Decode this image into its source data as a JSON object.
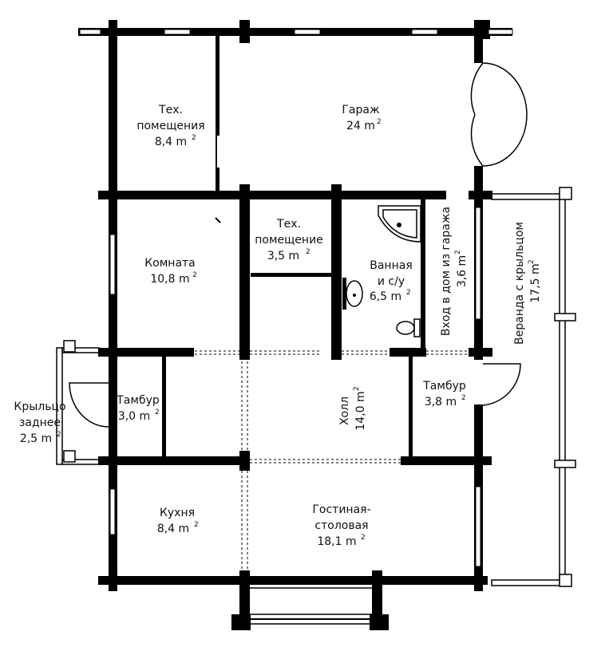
{
  "colors": {
    "wall": "#000000",
    "background": "#ffffff",
    "text": "#111111"
  },
  "rooms": {
    "tech_rooms": {
      "line1": "Тех.",
      "line2": "помещения",
      "area": "8,4 m",
      "exp": "2"
    },
    "garage": {
      "line1": "Гараж",
      "area": "24 m",
      "exp": "2"
    },
    "room": {
      "line1": "Комната",
      "area": "10,8 m",
      "exp": "2"
    },
    "tech_room": {
      "line1": "Тех.",
      "line2": "помещение",
      "area": "3,5 m",
      "exp": "2"
    },
    "bathroom": {
      "line1": "Ванная",
      "line2": "и с/у",
      "area": "6,5 m",
      "exp": "2"
    },
    "garage_entry": {
      "line1": "Вход в дом из гаража",
      "area": "3,6 m",
      "exp": "2"
    },
    "veranda": {
      "line1": "Веранда с крыльцом",
      "area": "17,5 m",
      "exp": "2"
    },
    "vestibule_left": {
      "line1": "Тамбур",
      "area": "3,0 m",
      "exp": "2"
    },
    "back_porch": {
      "line1": "Крыльцо",
      "line2": "заднее",
      "area": "2,5 m",
      "exp": "2"
    },
    "hall": {
      "line1": "Холл",
      "area": "14,0 m",
      "exp": "2"
    },
    "vestibule_right": {
      "line1": "Тамбур",
      "area": "3,8 m",
      "exp": "2"
    },
    "kitchen": {
      "line1": "Кухня",
      "area": "8,4 m",
      "exp": "2"
    },
    "living": {
      "line1": "Гостиная-",
      "line2": "столовая",
      "area": "18,1 m",
      "exp": "2"
    }
  }
}
